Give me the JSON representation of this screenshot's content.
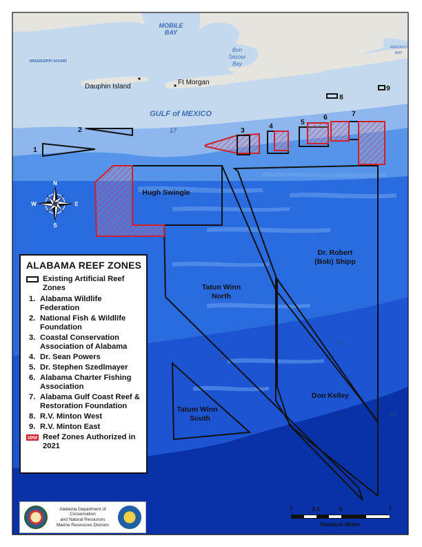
{
  "map": {
    "water_labels": {
      "mobile_bay_line1": "MOBILE",
      "mobile_bay_line2": "BAY",
      "mississippi_sound": "MISSISSIPPI SOUND",
      "bon_secour_line1": "Bon",
      "bon_secour_line2": "Secour",
      "bon_secour_line3": "Bay",
      "perdido_line1": "PERDIDO",
      "perdido_line2": "BAY",
      "gulf": "GULF of MEXICO"
    },
    "place_labels": {
      "dauphin_island": "Dauphin Island",
      "ft_morgan": "Ft Morgan"
    },
    "depth_labels": [
      "17",
      "36",
      "40",
      "52"
    ],
    "zone_numbers": [
      "1",
      "2",
      "3",
      "4",
      "5",
      "6",
      "7",
      "8",
      "9"
    ],
    "zone_names": {
      "hugh_swingle": "Hugh Swingle",
      "shipp_line1": "Dr. Robert",
      "shipp_line2": "(Bob) Shipp",
      "tatun_north_line1": "Tatun Winn",
      "tatun_north_line2": "North",
      "tatum_south_line1": "Tatum Winn",
      "tatum_south_line2": "South",
      "don_kelley": "Don Kelley"
    },
    "compass": {
      "n": "N",
      "s": "S",
      "e": "E",
      "w": "W"
    },
    "colors": {
      "land": "#e6e4df",
      "shallow_water": "#c5d9ee",
      "mid_water": "#5d97e6",
      "deep_water": "#1956d3",
      "deepest_water": "#0a32a8",
      "existing_zone_outline": "#111111",
      "authorized_zone_outline": "#d0202a"
    }
  },
  "legend": {
    "title": "ALABAMA REEF ZONES",
    "existing": "Existing Artificial Reef Zones",
    "items": [
      {
        "num": "1.",
        "text": "Alabama Wildlife Federation"
      },
      {
        "num": "2.",
        "text": "National Fish & Wildlife Foundation"
      },
      {
        "num": "3.",
        "text": "Coastal Conservation Association of Alabama"
      },
      {
        "num": "4.",
        "text": "Dr. Sean Powers"
      },
      {
        "num": "5.",
        "text": "Dr. Stephen Szedlmayer"
      },
      {
        "num": "6.",
        "text": "Alabama Charter Fishing Association"
      },
      {
        "num": "7.",
        "text": "Alabama Gulf Coast Reef & Restoration Foundation"
      },
      {
        "num": "8.",
        "text": "R.V. Minton West"
      },
      {
        "num": "9.",
        "text": "R.V. Minton East"
      }
    ],
    "authorized": "Reef Zones Authorized in 2021"
  },
  "footer": {
    "agency_line1": "Alabama Department of Conservation",
    "agency_line2": "and Natural Resources",
    "agency_line3": "Marine Resources Division"
  },
  "scale": {
    "ticks": [
      "7",
      "3.5",
      "0",
      "7"
    ],
    "units": "Nautical Miles"
  }
}
